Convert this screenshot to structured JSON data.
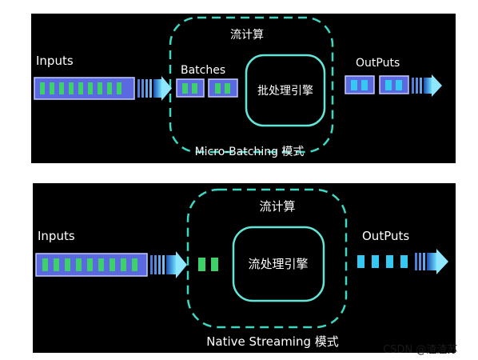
{
  "micro_batching": {
    "section_title": "流计算",
    "inputs_label": "Inputs",
    "batches_label": "Batches",
    "engine_label": "批处理引擎",
    "outputs_label": "OutPuts",
    "mode_label": "Micro-Batching 模式"
  },
  "native_streaming": {
    "section_title": "流计算",
    "inputs_label": "Inputs",
    "engine_label": "流处理引擎",
    "outputs_label": "OutPuts",
    "mode_label": "Native Streaming 模式"
  },
  "watermark": "CSDN @渣渣苏",
  "colors": {
    "panel_bg": "#000000",
    "queue_box": "#5a69e0",
    "item_green": "#3ed16a",
    "output_cyan": "#35c8f2",
    "dashed_teal": "#3fd6c2",
    "engine_stroke": "#62e6d8"
  }
}
